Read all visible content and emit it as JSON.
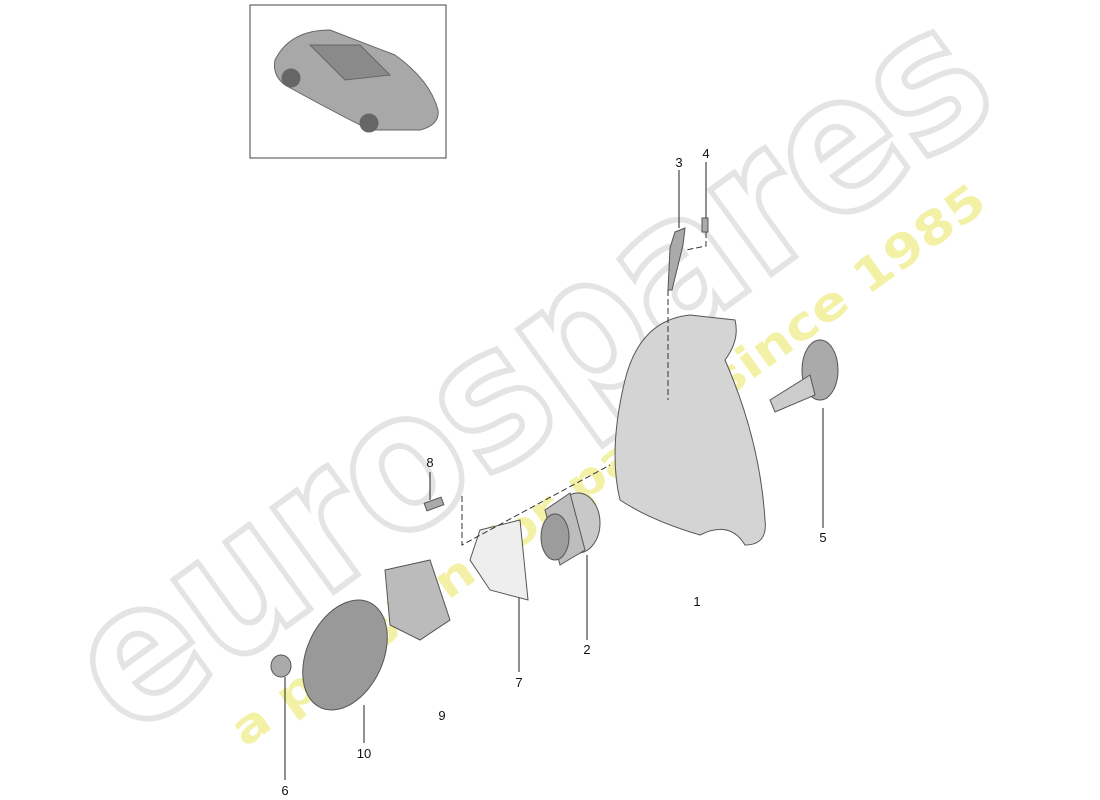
{
  "watermark": {
    "brand": "eurospares",
    "tagline": "a passion for parts since 1985",
    "brand_color": "#e6e6e6",
    "tagline_color": "#f2f0a0"
  },
  "thumbnail": {
    "subject": "car-overview"
  },
  "callouts": [
    {
      "label": "1",
      "part": "wheel-carrier"
    },
    {
      "label": "2",
      "part": "wheel-bearing"
    },
    {
      "label": "3",
      "part": "speed-sensor"
    },
    {
      "label": "4",
      "part": "sensor-bolt"
    },
    {
      "label": "5",
      "part": "wheel-bolt-flange"
    },
    {
      "label": "6",
      "part": "collar-nut"
    },
    {
      "label": "7",
      "part": "cover-plate"
    },
    {
      "label": "8",
      "part": "bolt"
    },
    {
      "label": "9",
      "part": "wheel-hub"
    },
    {
      "label": "10",
      "part": "sensor-ring"
    }
  ]
}
